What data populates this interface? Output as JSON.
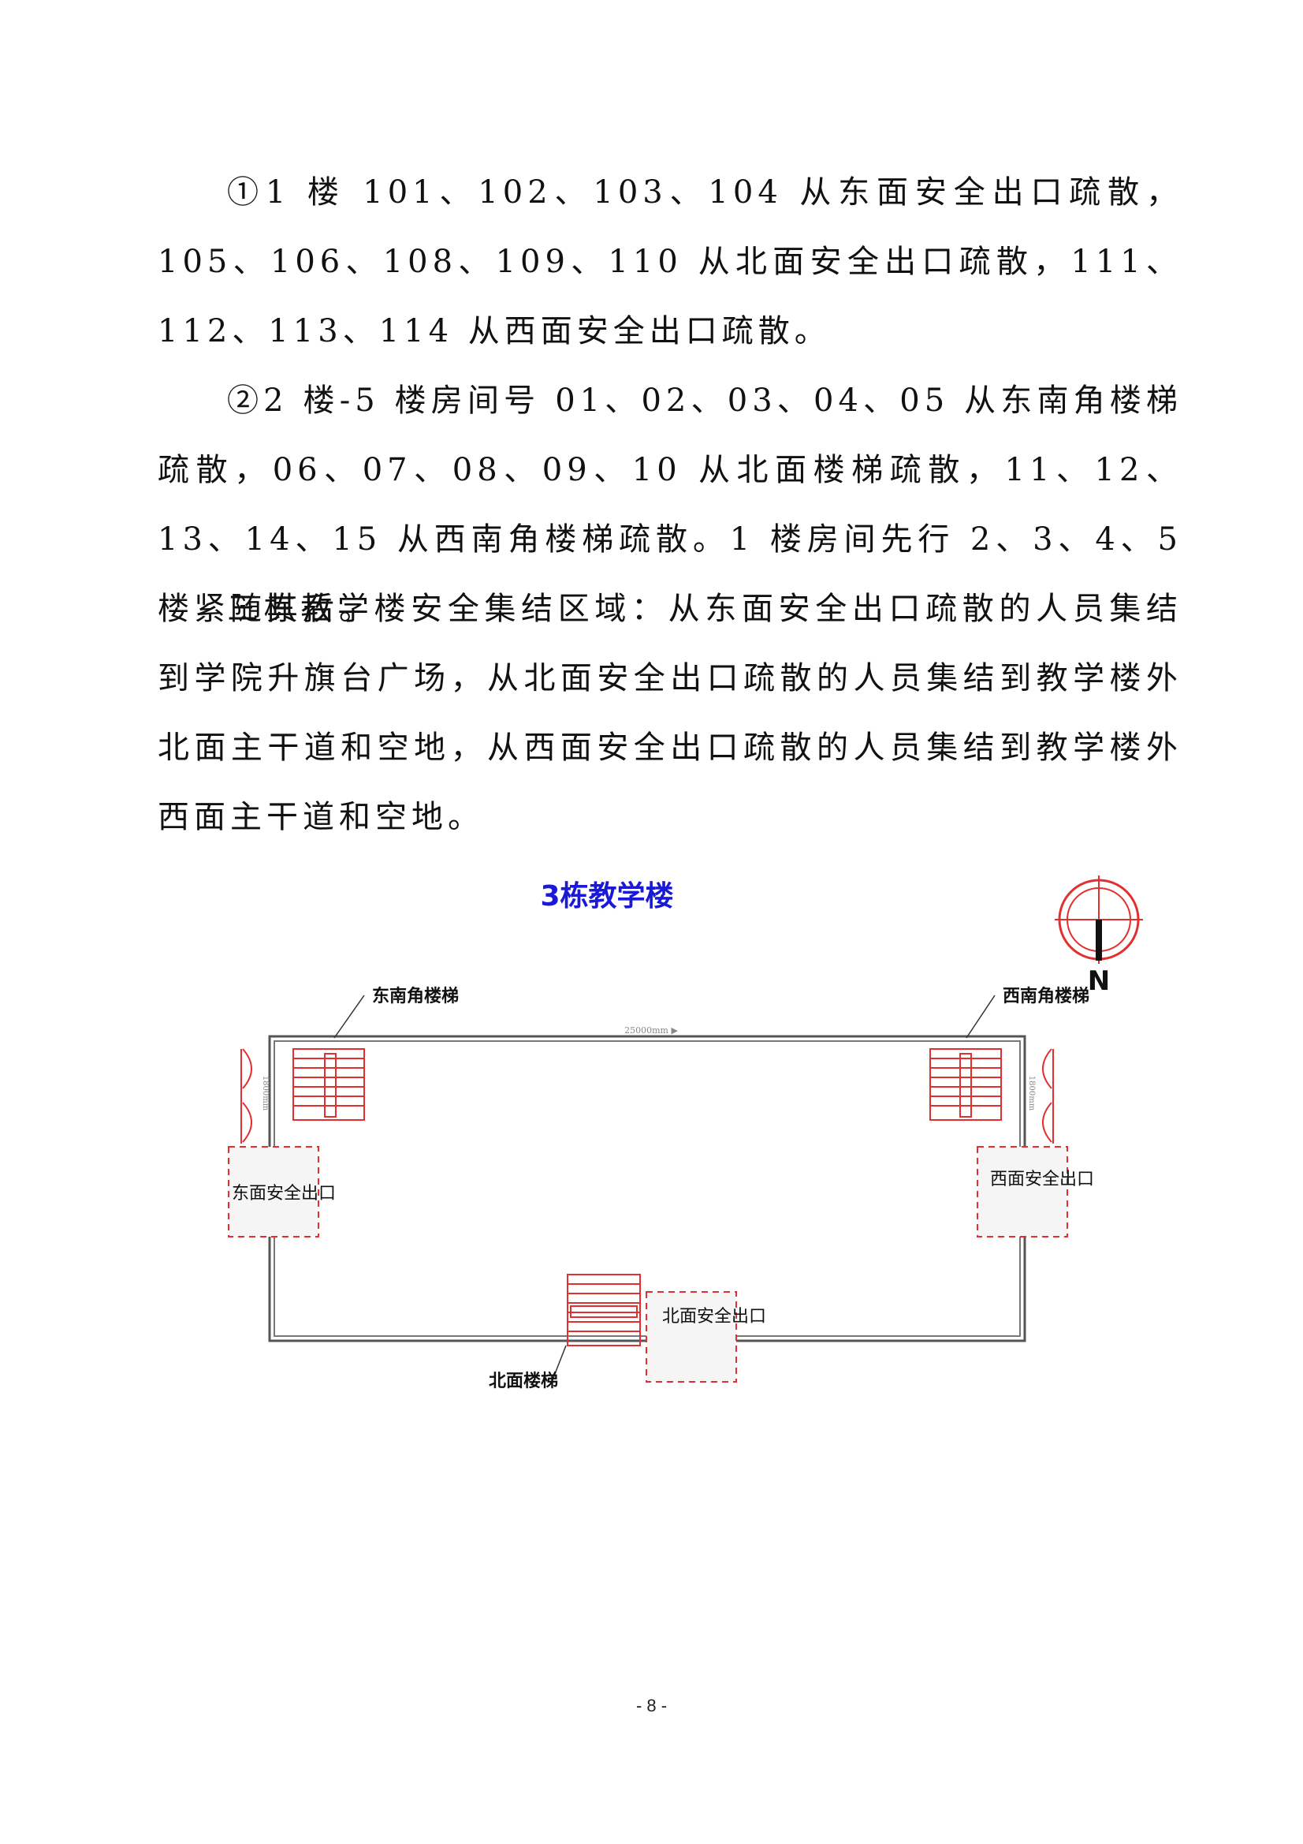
{
  "paragraphs": [
    "①1 楼 101、102、103、104 从东面安全出口疏散，105、106、108、109、110 从北面安全出口疏散，111、112、113、114 从西面安全出口疏散。",
    "②2 楼-5 楼房间号 01、02、03、04、05 从东南角楼梯疏散，06、07、08、09、10 从北面楼梯疏散，11、12、13、14、15 从西南角楼梯疏散。1 楼房间先行 2、3、4、5 楼紧随其后。",
    "三栋教学楼安全集结区域：从东面安全出口疏散的人员集结到学院升旗台广场，从北面安全出口疏散的人员集结到教学楼外北面主干道和空地，从西面安全出口疏散的人员集结到教学楼外西面主干道和空地。"
  ],
  "diagram": {
    "title": "3栋教学楼",
    "compass_label": "N",
    "dimension_top": "25000mm ▶",
    "dimension_side": "1800mm",
    "stair_southeast": "东南角楼梯",
    "stair_southwest": "西南角楼梯",
    "stair_north": "北面楼梯",
    "exit_east": "东面安全出口",
    "exit_west": "西面安全出口",
    "exit_north": "北面安全出口",
    "colors": {
      "title": "#1a1ad6",
      "stairs": "#e23030",
      "walls": "#555555"
    }
  },
  "footer": {
    "page_number": "- 8 -"
  }
}
